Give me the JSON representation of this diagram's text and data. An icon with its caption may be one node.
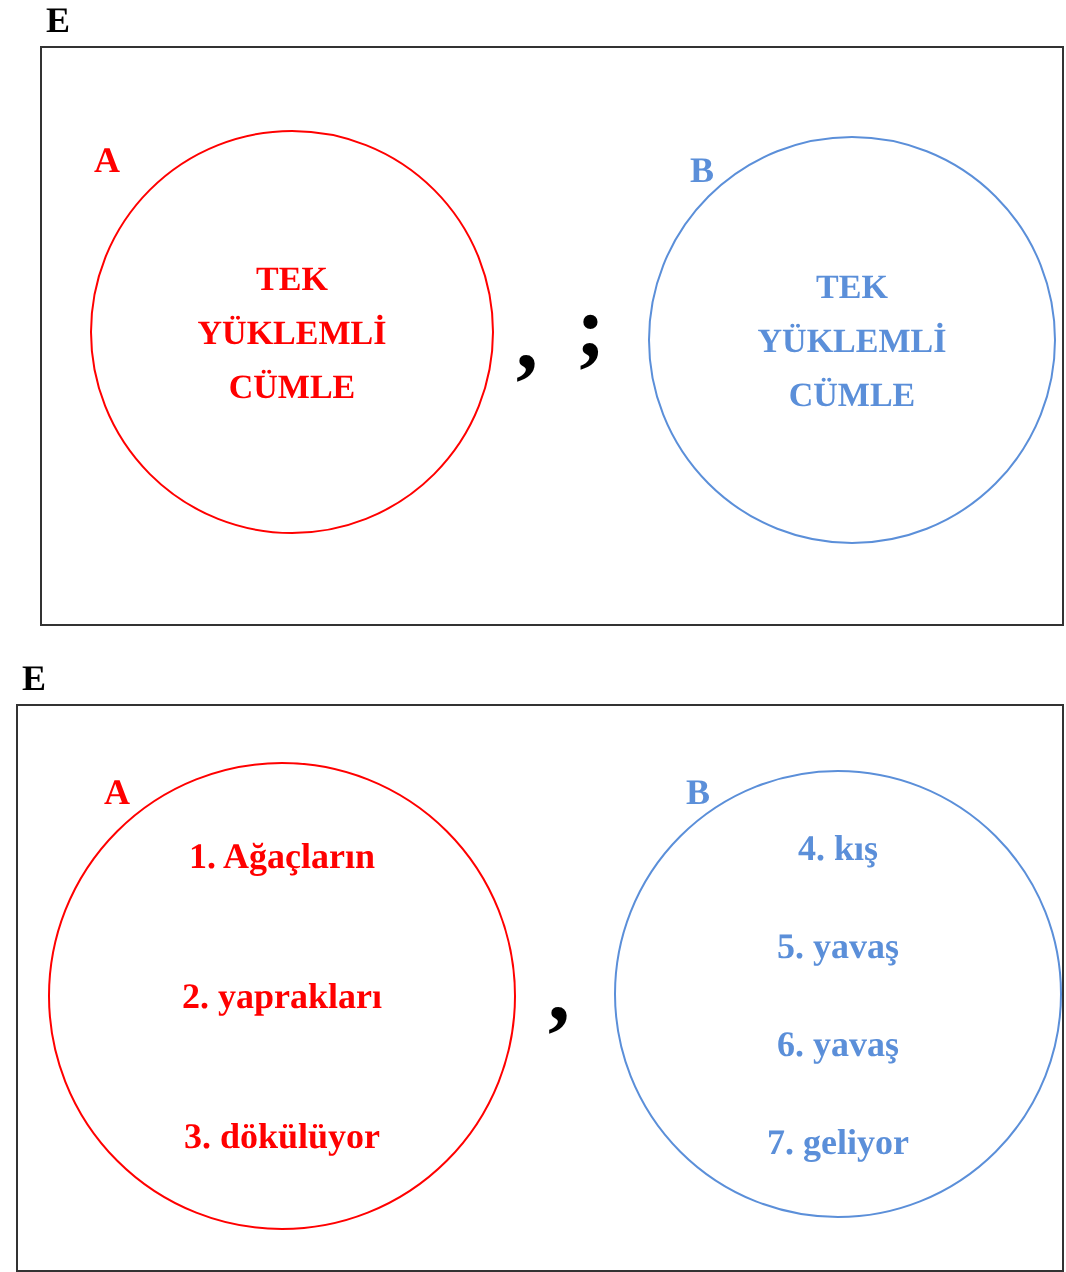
{
  "diagram": {
    "nodes": [
      {
        "text": [
          "E"
        ]
      },
      {
        "text": [
          "A",
          "TEK YÜKLEMLİ CÜMLE"
        ],
        "in": 0
      },
      {
        "text": [
          "B",
          "TEK YÜKLEMLİ CÜMLE"
        ],
        "in": 0
      },
      {
        "text": [
          "E"
        ]
      },
      {
        "text": [
          "A",
          "1. Ağaçların",
          "2. yaprakları",
          "3. dökülüyor"
        ],
        "in": 3
      },
      {
        "text": [
          "B",
          "4. kış",
          "5. yavaş",
          "6. yavaş",
          "7. geliyor"
        ],
        "in": 3
      }
    ],
    "labels": [
      ",",
      ";",
      ","
    ]
  }
}
